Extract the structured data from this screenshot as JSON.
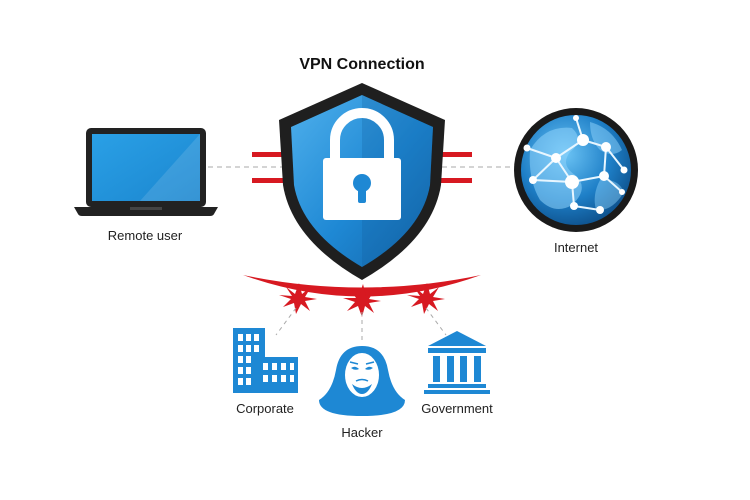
{
  "title": "VPN Connection",
  "nodes": {
    "remote_user": "Remote user",
    "internet": "Internet",
    "corporate": "Corporate",
    "hacker": "Hacker",
    "government": "Government"
  },
  "colors": {
    "blue_dark": "#1565a8",
    "blue_mid": "#1e88d4",
    "blue_light": "#42a5e8",
    "shield_border": "#222222",
    "red": "#d71921",
    "dash": "#aaaaaa"
  },
  "icons": {
    "laptop": "laptop-icon",
    "shield": "shield-icon",
    "lock": "lock-icon",
    "globe": "globe-icon",
    "building": "building-icon",
    "hacker": "hacker-icon",
    "government": "government-icon"
  }
}
